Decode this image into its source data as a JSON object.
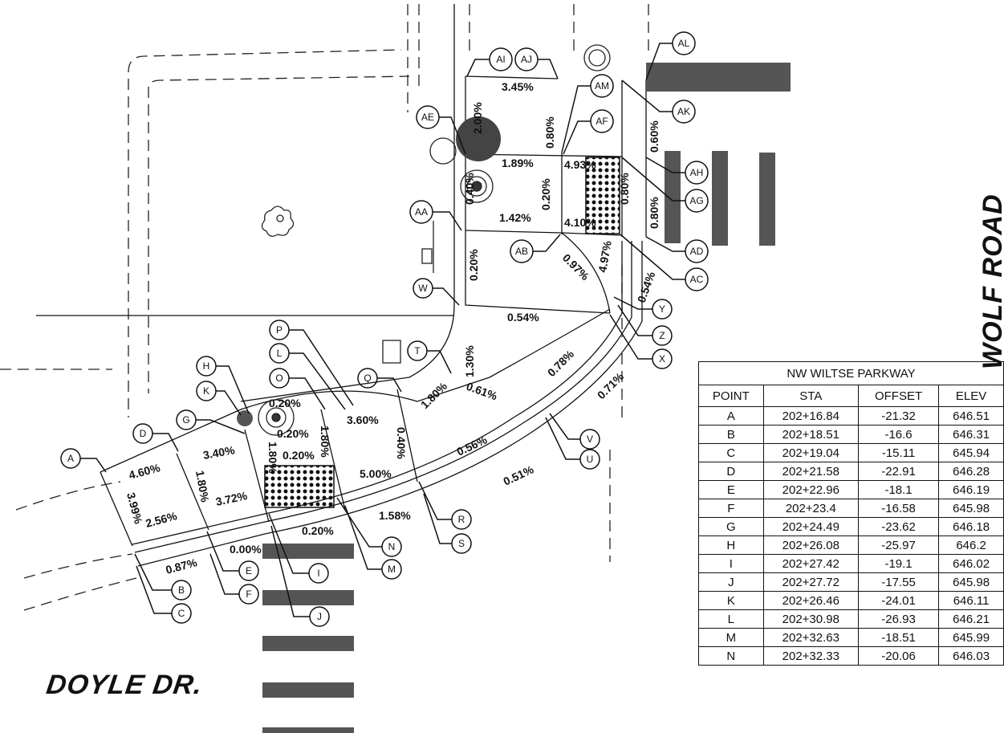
{
  "streets": {
    "left": "DOYLE DR.",
    "right": "WOLF ROAD"
  },
  "slopes": [
    {
      "t": "3.45%"
    },
    {
      "t": "2.00%"
    },
    {
      "t": "0.80%"
    },
    {
      "t": "1.89%"
    },
    {
      "t": "4.93%"
    },
    {
      "t": "0.40%"
    },
    {
      "t": "0.20%"
    },
    {
      "t": "0.80%"
    },
    {
      "t": "0.60%"
    },
    {
      "t": "1.42%"
    },
    {
      "t": "4.10%"
    },
    {
      "t": "0.80%"
    },
    {
      "t": "0.20%"
    },
    {
      "t": "0.97%"
    },
    {
      "t": "4.97%"
    },
    {
      "t": "0.54%"
    },
    {
      "t": "0.54%"
    },
    {
      "t": "1.30%"
    },
    {
      "t": "0.78%"
    },
    {
      "t": "0.71%"
    },
    {
      "t": "1.80%"
    },
    {
      "t": "0.61%"
    },
    {
      "t": "0.20%"
    },
    {
      "t": "3.60%"
    },
    {
      "t": "0.40%"
    },
    {
      "t": "0.20%"
    },
    {
      "t": "0.20%"
    },
    {
      "t": "1.80%"
    },
    {
      "t": "1.80%"
    },
    {
      "t": "0.56%"
    },
    {
      "t": "5.00%"
    },
    {
      "t": "0.51%"
    },
    {
      "t": "3.40%"
    },
    {
      "t": "4.60%"
    },
    {
      "t": "1.80%"
    },
    {
      "t": "3.99%"
    },
    {
      "t": "3.72%"
    },
    {
      "t": "2.56%"
    },
    {
      "t": "1.58%"
    },
    {
      "t": "0.20%"
    },
    {
      "t": "0.00%"
    },
    {
      "t": "0.87%"
    }
  ],
  "callouts": [
    {
      "id": "A"
    },
    {
      "id": "B"
    },
    {
      "id": "C"
    },
    {
      "id": "D"
    },
    {
      "id": "E"
    },
    {
      "id": "F"
    },
    {
      "id": "G"
    },
    {
      "id": "H"
    },
    {
      "id": "I"
    },
    {
      "id": "J"
    },
    {
      "id": "K"
    },
    {
      "id": "L"
    },
    {
      "id": "M"
    },
    {
      "id": "N"
    },
    {
      "id": "O"
    },
    {
      "id": "P"
    },
    {
      "id": "Q"
    },
    {
      "id": "R"
    },
    {
      "id": "S"
    },
    {
      "id": "T"
    },
    {
      "id": "U"
    },
    {
      "id": "V"
    },
    {
      "id": "W"
    },
    {
      "id": "X"
    },
    {
      "id": "Y"
    },
    {
      "id": "Z"
    },
    {
      "id": "AA"
    },
    {
      "id": "AB"
    },
    {
      "id": "AC"
    },
    {
      "id": "AD"
    },
    {
      "id": "AE"
    },
    {
      "id": "AF"
    },
    {
      "id": "AG"
    },
    {
      "id": "AH"
    },
    {
      "id": "AI"
    },
    {
      "id": "AJ"
    },
    {
      "id": "AK"
    },
    {
      "id": "AL"
    },
    {
      "id": "AM"
    }
  ],
  "table": {
    "title": "NW WILTSE PARKWAY",
    "columns": [
      "POINT",
      "STA",
      "OFFSET",
      "ELEV"
    ],
    "rows": [
      [
        "A",
        "202+16.84",
        "-21.32",
        "646.51"
      ],
      [
        "B",
        "202+18.51",
        "-16.6",
        "646.31"
      ],
      [
        "C",
        "202+19.04",
        "-15.11",
        "645.94"
      ],
      [
        "D",
        "202+21.58",
        "-22.91",
        "646.28"
      ],
      [
        "E",
        "202+22.96",
        "-18.1",
        "646.19"
      ],
      [
        "F",
        "202+23.4",
        "-16.58",
        "645.98"
      ],
      [
        "G",
        "202+24.49",
        "-23.62",
        "646.18"
      ],
      [
        "H",
        "202+26.08",
        "-25.97",
        "646.2"
      ],
      [
        "I",
        "202+27.42",
        "-19.1",
        "646.02"
      ],
      [
        "J",
        "202+27.72",
        "-17.55",
        "645.98"
      ],
      [
        "K",
        "202+26.46",
        "-24.01",
        "646.11"
      ],
      [
        "L",
        "202+30.98",
        "-26.93",
        "646.21"
      ],
      [
        "M",
        "202+32.63",
        "-18.51",
        "645.99"
      ],
      [
        "N",
        "202+32.33",
        "-20.06",
        "646.03"
      ]
    ]
  }
}
